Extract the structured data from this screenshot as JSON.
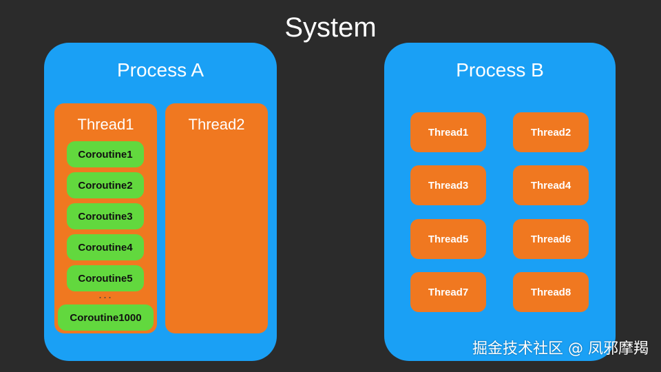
{
  "title": "System",
  "process_a": {
    "title": "Process A",
    "thread1": {
      "label": "Thread1",
      "coroutines": [
        "Coroutine1",
        "Coroutine2",
        "Coroutine3",
        "Coroutine4",
        "Coroutine5"
      ],
      "ellipsis": "...",
      "last_coroutine": "Coroutine1000"
    },
    "thread2": {
      "label": "Thread2"
    }
  },
  "process_b": {
    "title": "Process B",
    "threads": [
      "Thread1",
      "Thread2",
      "Thread3",
      "Thread4",
      "Thread5",
      "Thread6",
      "Thread7",
      "Thread8"
    ]
  },
  "watermark": "掘金技术社区 @ 凤邪摩羯",
  "colors": {
    "background": "#2b2b2b",
    "process": "#1aa0f5",
    "thread": "#f07820",
    "coroutine": "#62d83e"
  }
}
